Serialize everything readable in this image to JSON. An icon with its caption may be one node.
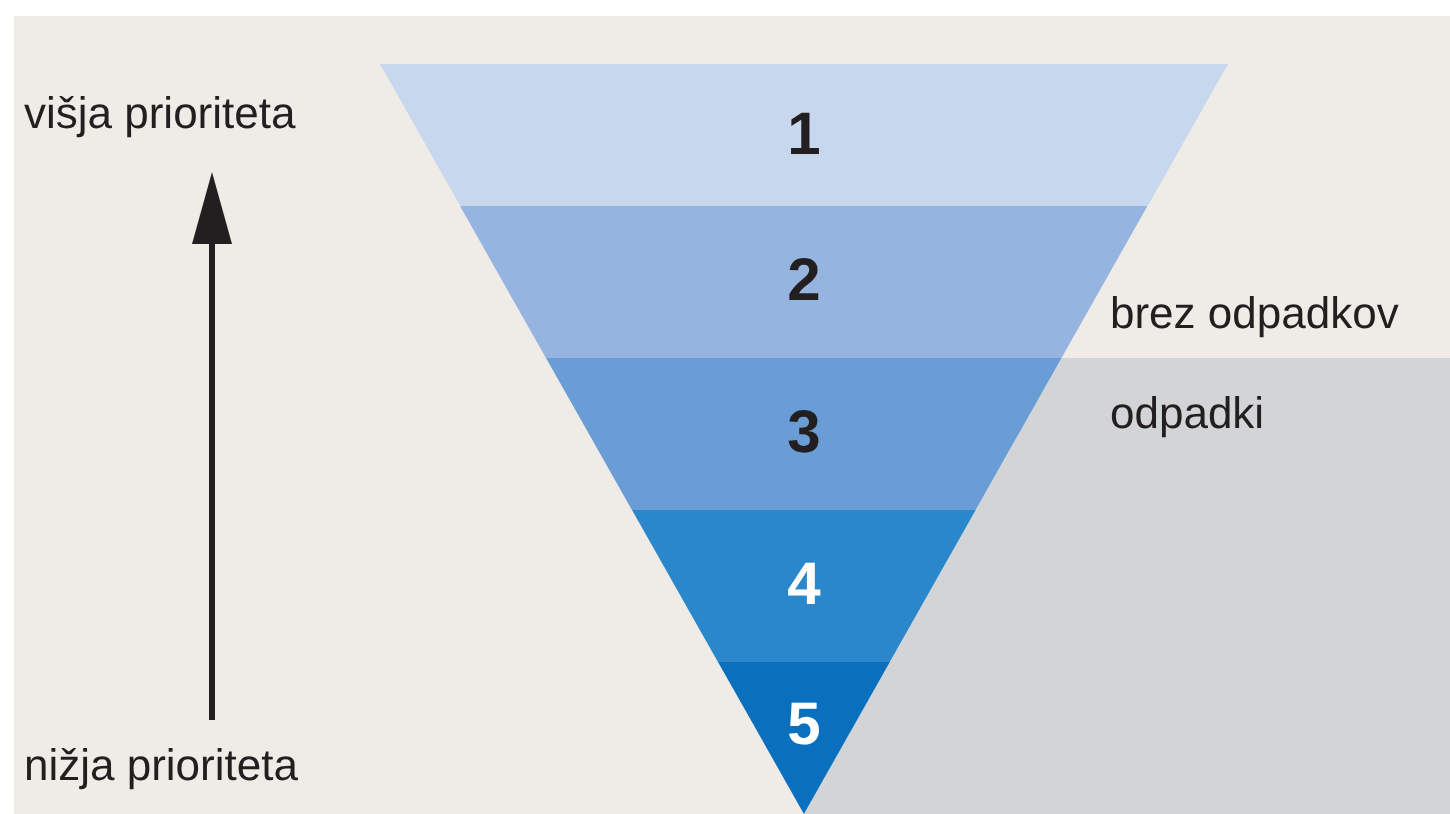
{
  "diagram": {
    "nodes": [
      {
        "text": [
          "1"
        ]
      },
      {
        "text": [
          "2"
        ]
      },
      {
        "text": [
          "3"
        ]
      },
      {
        "text": [
          "4"
        ]
      },
      {
        "text": [
          "5"
        ]
      }
    ],
    "labels": [
      "višja prioriteta",
      "brez odpadkov",
      "odpadki",
      "nižja prioriteta"
    ]
  }
}
